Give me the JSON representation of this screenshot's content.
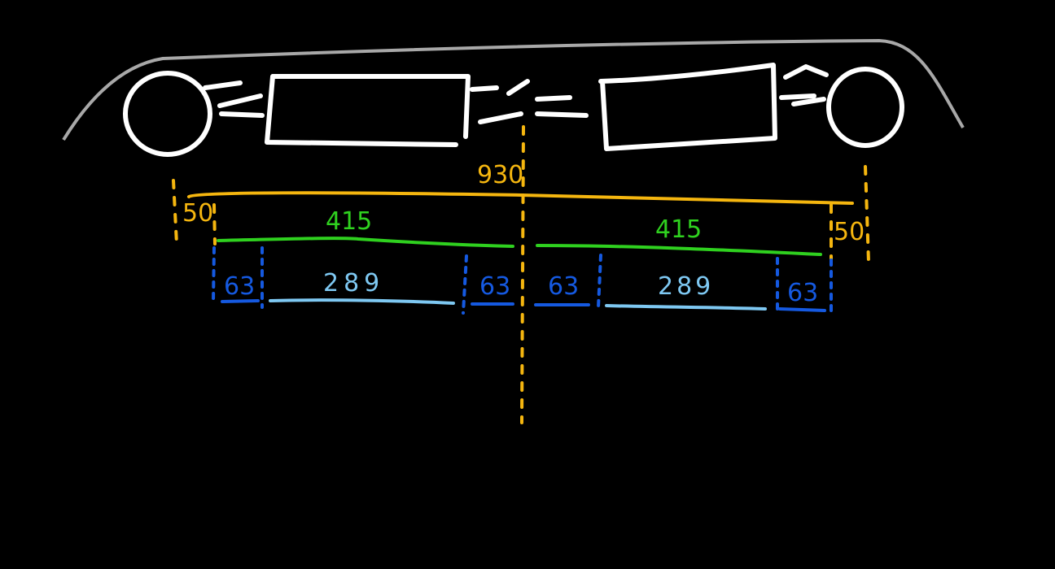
{
  "colors": {
    "total": "#f5b60f",
    "half": "#2fd11f",
    "edge": "#1559e0",
    "middle": "#7ec8f2",
    "outline": "#ffffff",
    "roof": "#a8a8a8"
  },
  "dimensions": {
    "total": "930",
    "margin_left": "50",
    "margin_right": "50",
    "half_left": "415",
    "half_right": "415",
    "segments": [
      "63",
      "289",
      "63",
      "63",
      "289",
      "63"
    ]
  }
}
